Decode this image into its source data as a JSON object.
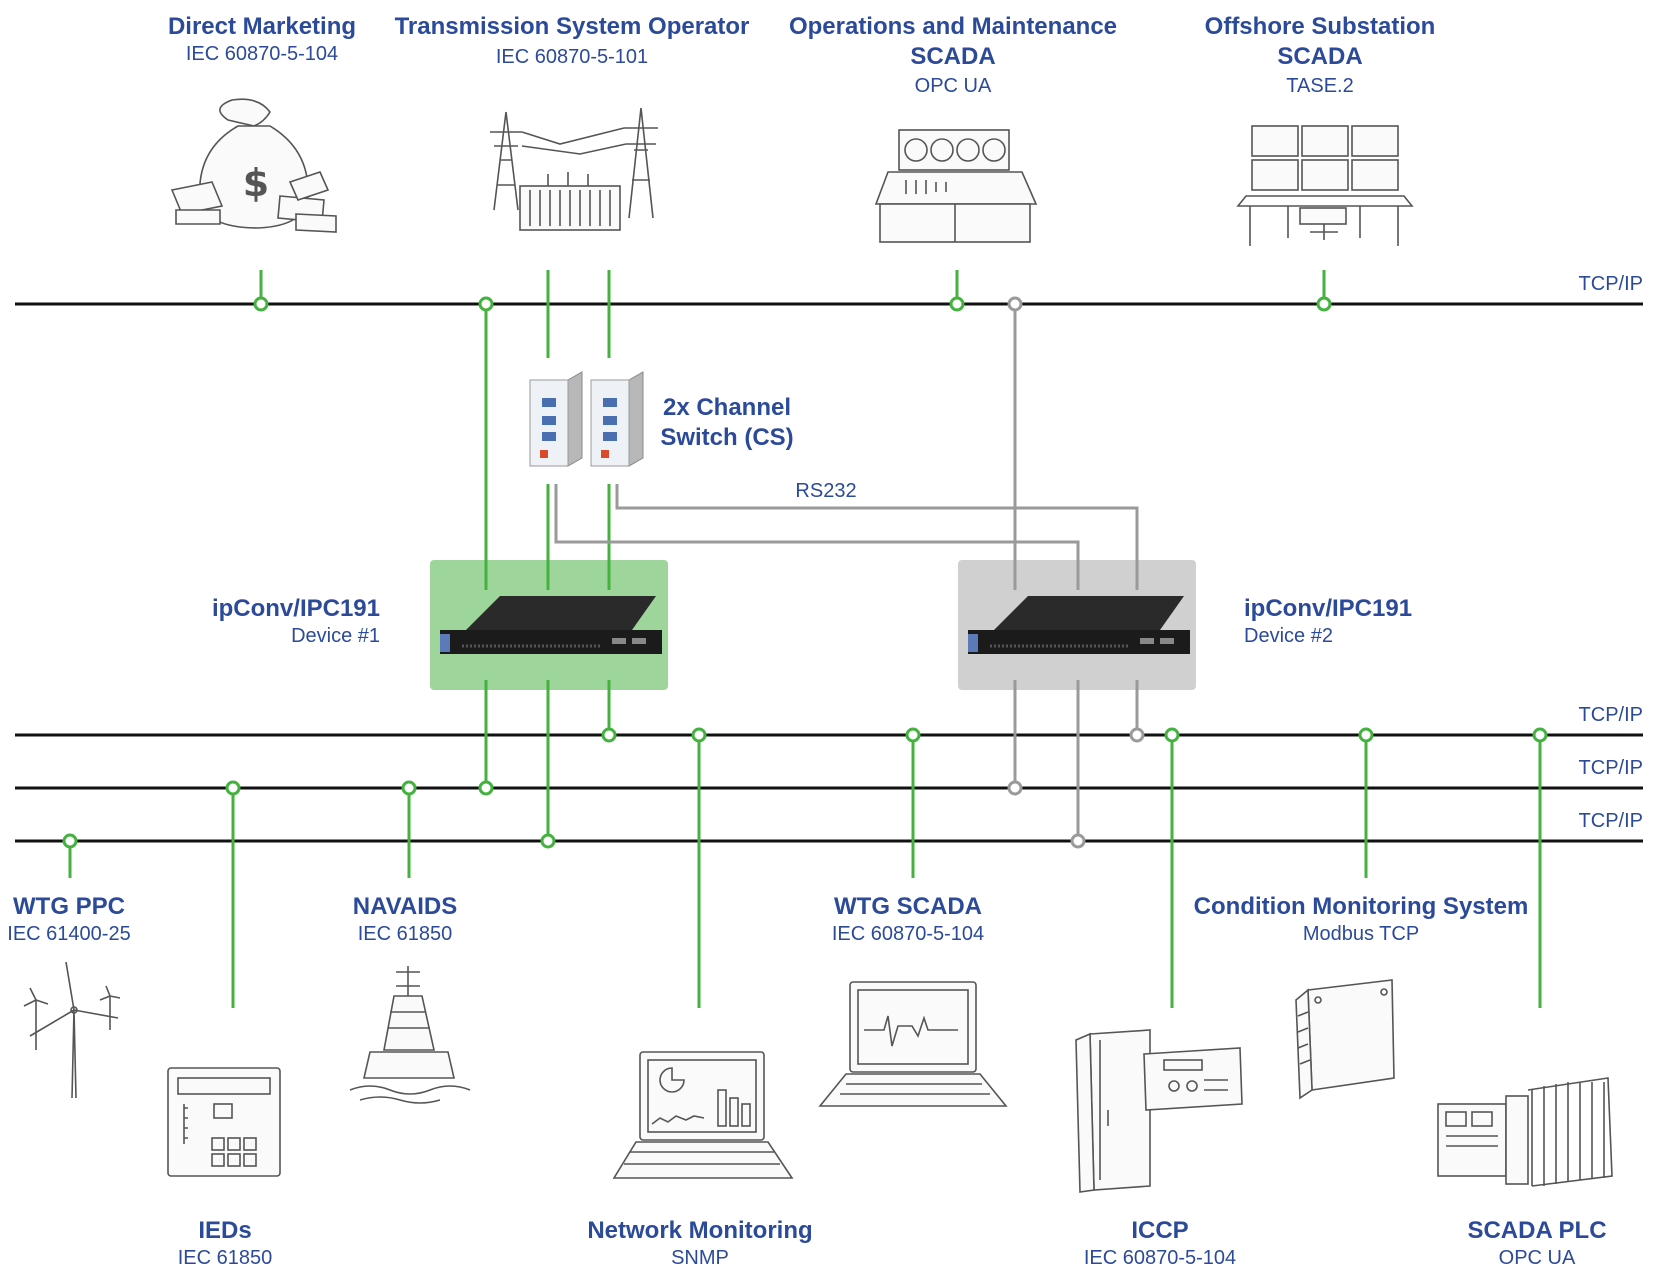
{
  "systems_top": [
    {
      "id": "dm",
      "title": "Direct Marketing",
      "protocol": "IEC 60870-5-104",
      "icon": "money-bag-icon"
    },
    {
      "id": "tso",
      "title": "Transmission System Operator",
      "protocol": "IEC 60870-5-101",
      "icon": "transmission-tower-icon"
    },
    {
      "id": "om",
      "title_line1": "Operations and Maintenance",
      "title_line2": "SCADA",
      "protocol": "OPC UA",
      "icon": "control-panel-icon"
    },
    {
      "id": "os",
      "title_line1": "Offshore Substation",
      "title_line2": "SCADA",
      "protocol": "TASE.2",
      "icon": "control-room-icon"
    }
  ],
  "buses": {
    "top": "TCP/IP",
    "lower1": "TCP/IP",
    "lower2": "TCP/IP",
    "lower3": "TCP/IP"
  },
  "channel_switch": {
    "line1": "2x Channel",
    "line2": "Switch (CS)",
    "icon": "serial-switch-icon"
  },
  "serial_link": "RS232",
  "devices": [
    {
      "title": "ipConv/IPC191",
      "subtitle": "Device #1",
      "state": "active",
      "color": "#9ed59a",
      "icon": "rack-server-icon"
    },
    {
      "title": "ipConv/IPC191",
      "subtitle": "Device #2",
      "state": "standby",
      "color": "#d0d0d0",
      "icon": "rack-server-icon"
    }
  ],
  "systems_mid": [
    {
      "id": "ppc",
      "title": "WTG PPC",
      "protocol": "IEC 61400-25",
      "icon": "wind-turbine-icon"
    },
    {
      "id": "navaids",
      "title": "NAVAIDS",
      "protocol": "IEC 61850",
      "icon": "buoy-icon"
    },
    {
      "id": "wtgscada",
      "title": "WTG SCADA",
      "protocol": "IEC 60870-5-104",
      "icon": "laptop-trend-icon"
    },
    {
      "id": "cms",
      "title": "Condition Monitoring System",
      "protocol": "Modbus TCP",
      "icon": "junction-box-icon"
    }
  ],
  "systems_bottom": [
    {
      "id": "ieds",
      "title": "IEDs",
      "protocol": "IEC 61850",
      "icon": "protection-relay-icon"
    },
    {
      "id": "netmon",
      "title": "Network Monitoring",
      "protocol": "SNMP",
      "icon": "laptop-chart-icon"
    },
    {
      "id": "iccp",
      "title": "ICCP",
      "protocol": "IEC 60870-5-104",
      "icon": "control-cabinet-icon"
    },
    {
      "id": "plc",
      "title": "SCADA PLC",
      "protocol": "OPC UA",
      "icon": "plc-icon"
    }
  ],
  "colors": {
    "active_link": "#44b23f",
    "standby_link": "#9a9a9a",
    "text": "#2c4a9a",
    "bus": "#111111"
  }
}
